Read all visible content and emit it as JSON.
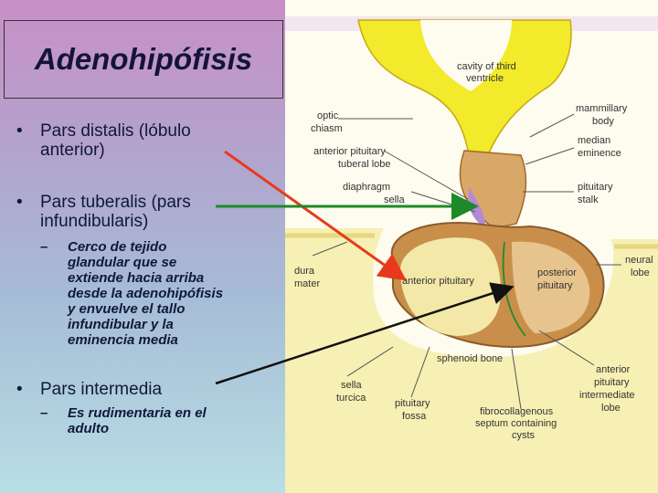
{
  "title": "Adenohipófisis",
  "bullets": [
    {
      "text_line1": "Pars distalis (lóbulo",
      "text_line2": "anterior)"
    },
    {
      "text_line1": "Pars tuberalis (pars",
      "text_line2": "infundibularis)"
    },
    {
      "text_line1": "Pars intermedia"
    }
  ],
  "sub_bullets": [
    {
      "lines": [
        "Cerco de tejido",
        "glandular que se",
        "extiende hacia arriba",
        "desde la adenohipófisis",
        "y envuelve el tallo",
        "infundibular y la",
        "eminencia media"
      ]
    },
    {
      "lines": [
        "Es rudimentaria en el",
        "adulto"
      ]
    }
  ],
  "bullet_symbol": "•",
  "dash_symbol": "–",
  "diagram_labels": {
    "cavity": [
      "cavity of third",
      "ventricle"
    ],
    "optic": [
      "optic",
      "chiasm"
    ],
    "anterior_tuberal": [
      "anterior pituitary",
      "tuberal lobe"
    ],
    "diaphragm": [
      "diaphragm",
      "sella"
    ],
    "mammillary": [
      "mammillary",
      "body"
    ],
    "median": [
      "median",
      "eminence"
    ],
    "stalk": [
      "pituitary",
      "stalk"
    ],
    "neural": [
      "neural",
      "lobe"
    ],
    "dura": [
      "dura",
      "mater"
    ],
    "anterior_pituitary": "anterior pituitary",
    "posterior": [
      "posterior",
      "pituitary"
    ],
    "sphenoid": "sphenoid bone",
    "sella_turcica": [
      "sella",
      "turcica"
    ],
    "fossa": [
      "pituitary",
      "fossa"
    ],
    "fibro": [
      "fibrocollagenous",
      "septum containing",
      "cysts"
    ],
    "intermediate": [
      "anterior",
      "pituitary",
      "intermediate",
      "lobe"
    ]
  },
  "colors": {
    "title_text": "#14143a",
    "arrow_red": "#e8391c",
    "arrow_green": "#1d8a2a",
    "arrow_black": "#111111",
    "brain_yellow": "#f2ea2a",
    "tissue_tan": "#d9a868",
    "stalk_brown": "#c98f4a",
    "tuberal_purple": "#b48ad8",
    "bone_cream": "#f6f0b4"
  }
}
